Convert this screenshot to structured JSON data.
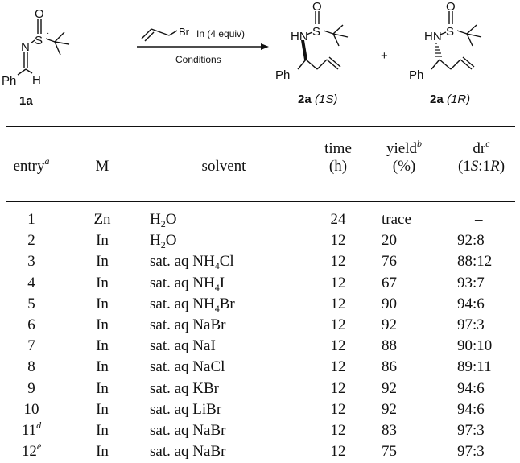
{
  "scheme": {
    "reactant_label": "1a",
    "reagent": "Br",
    "metal_reagent": "In (4 equiv)",
    "conditions": "Conditions",
    "plus": "+",
    "product1_label": "2a",
    "product1_config": "(1S)",
    "product2_label": "2a",
    "product2_config": "(1R)",
    "atoms": {
      "O": "O",
      "S": "S",
      "N": "N",
      "H": "H",
      "Ph": "Ph",
      "HN": "HN"
    }
  },
  "table": {
    "headers": {
      "entry": "entry",
      "entry_note": "a",
      "m": "M",
      "solvent": "solvent",
      "time_line1": "time",
      "time_line2": "(h)",
      "yield_line1": "yield",
      "yield_note": "b",
      "yield_line2": "(%)",
      "dr_line1": "dr",
      "dr_note": "c",
      "dr_line2": "(1S:1R)"
    },
    "rows": [
      {
        "entry": "1",
        "note": "",
        "m": "Zn",
        "solvent": "H2O",
        "time": "24",
        "yield": "trace",
        "dr": "–"
      },
      {
        "entry": "2",
        "note": "",
        "m": "In",
        "solvent": "H2O",
        "time": "12",
        "yield": "20",
        "dr": "92:8"
      },
      {
        "entry": "3",
        "note": "",
        "m": "In",
        "solvent": "sat. aq NH4Cl",
        "time": "12",
        "yield": "76",
        "dr": "88:12"
      },
      {
        "entry": "4",
        "note": "",
        "m": "In",
        "solvent": "sat. aq NH4I",
        "time": "12",
        "yield": "67",
        "dr": "93:7"
      },
      {
        "entry": "5",
        "note": "",
        "m": "In",
        "solvent": "sat. aq NH4Br",
        "time": "12",
        "yield": "90",
        "dr": "94:6"
      },
      {
        "entry": "6",
        "note": "",
        "m": "In",
        "solvent": "sat. aq NaBr",
        "time": "12",
        "yield": "92",
        "dr": "97:3"
      },
      {
        "entry": "7",
        "note": "",
        "m": "In",
        "solvent": "sat. aq NaI",
        "time": "12",
        "yield": "88",
        "dr": "90:10"
      },
      {
        "entry": "8",
        "note": "",
        "m": "In",
        "solvent": "sat. aq NaCl",
        "time": "12",
        "yield": "86",
        "dr": "89:11"
      },
      {
        "entry": "9",
        "note": "",
        "m": "In",
        "solvent": "sat. aq KBr",
        "time": "12",
        "yield": "92",
        "dr": "94:6"
      },
      {
        "entry": "10",
        "note": "",
        "m": "In",
        "solvent": "sat. aq LiBr",
        "time": "12",
        "yield": "92",
        "dr": "94:6"
      },
      {
        "entry": "11",
        "note": "d",
        "m": "In",
        "solvent": "sat. aq NaBr",
        "time": "12",
        "yield": "83",
        "dr": "97:3"
      },
      {
        "entry": "12",
        "note": "e",
        "m": "In",
        "solvent": "sat. aq NaBr",
        "time": "12",
        "yield": "75",
        "dr": "97:3"
      }
    ]
  }
}
